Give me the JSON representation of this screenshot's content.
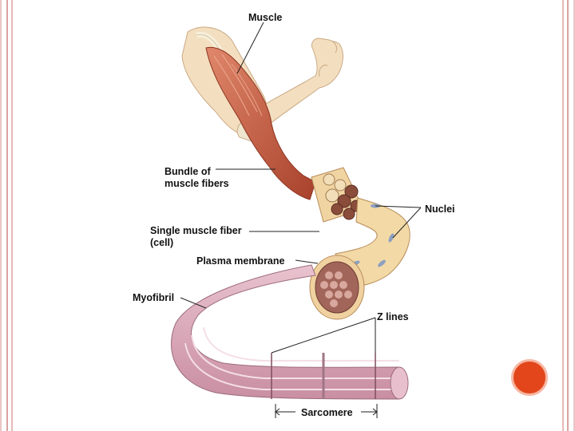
{
  "labels": {
    "muscle": "Muscle",
    "bundle_line1": "Bundle of",
    "bundle_line2": "muscle fibers",
    "nuclei": "Nuclei",
    "single_line1": "Single muscle fiber",
    "single_line2": "(cell)",
    "plasma_membrane": "Plasma membrane",
    "myofibril": "Myofibril",
    "z_lines": "Z lines",
    "sarcomere": "Sarcomere"
  },
  "colors": {
    "accent_dot": "#e2461a",
    "frame": "#d9a3a1",
    "skin": "#f3dfbf",
    "muscle": "#c8563a",
    "fiber": "#f2d9a6",
    "myofibril": "#d9a7b8"
  }
}
